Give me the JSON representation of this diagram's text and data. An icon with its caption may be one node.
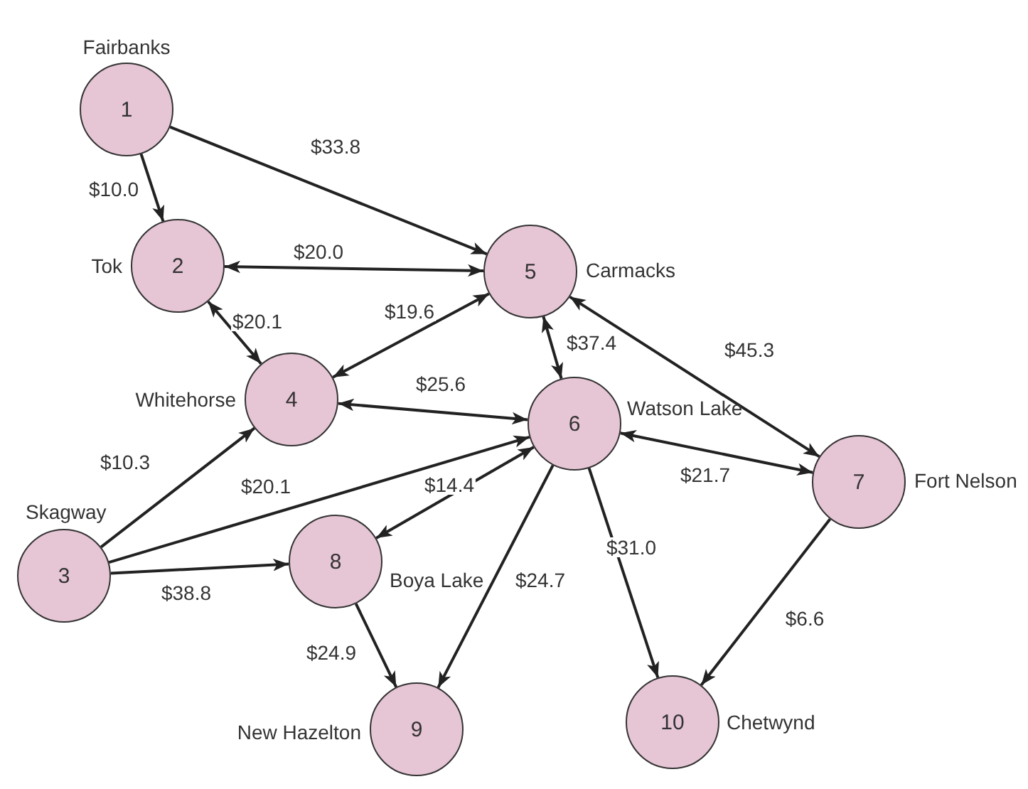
{
  "diagram": {
    "nodes": [
      {
        "text": [
          "1"
        ],
        "beside": [
          "Fairbanks"
        ]
      },
      {
        "text": [
          "2"
        ],
        "beside": [
          "Tok"
        ]
      },
      {
        "text": [
          "3"
        ],
        "beside": [
          "Skagway"
        ]
      },
      {
        "text": [
          "4"
        ],
        "beside": [
          "Whitehorse"
        ]
      },
      {
        "text": [
          "5"
        ],
        "beside": [
          "Carmacks"
        ]
      },
      {
        "text": [
          "6"
        ],
        "beside": [
          "Watson Lake"
        ]
      },
      {
        "text": [
          "7"
        ],
        "beside": [
          "Fort Nelson"
        ]
      },
      {
        "text": [
          "8"
        ],
        "beside": [
          "Boya Lake"
        ]
      },
      {
        "text": [
          "9"
        ],
        "beside": [
          "New Hazelton"
        ]
      },
      {
        "text": [
          "10"
        ],
        "beside": [
          "Chetwynd"
        ]
      }
    ],
    "edges": [
      {
        "from": 0,
        "to": 1,
        "arrow": "to",
        "label": "$10.0"
      },
      {
        "from": 0,
        "to": 4,
        "arrow": "to",
        "label": "$33.8"
      },
      {
        "from": 1,
        "to": 4,
        "arrow": "both",
        "label": "$20.0"
      },
      {
        "from": 1,
        "to": 3,
        "arrow": "both",
        "label": "$20.1"
      },
      {
        "from": 3,
        "to": 4,
        "arrow": "both",
        "label": "$19.6"
      },
      {
        "from": 4,
        "to": 5,
        "arrow": "both",
        "label": "$37.4"
      },
      {
        "from": 4,
        "to": 6,
        "arrow": "both",
        "label": "$45.3"
      },
      {
        "from": 3,
        "to": 5,
        "arrow": "both",
        "label": "$25.6"
      },
      {
        "from": 5,
        "to": 6,
        "arrow": "both",
        "label": "$21.7"
      },
      {
        "from": 2,
        "to": 3,
        "arrow": "to",
        "label": "$10.3"
      },
      {
        "from": 2,
        "to": 5,
        "arrow": "to",
        "label": "$20.1"
      },
      {
        "from": 5,
        "to": 7,
        "arrow": "both",
        "label": "$14.4"
      },
      {
        "from": 2,
        "to": 7,
        "arrow": "to",
        "label": "$38.8"
      },
      {
        "from": 5,
        "to": 8,
        "arrow": "to",
        "label": "$24.7"
      },
      {
        "from": 5,
        "to": 9,
        "arrow": "to",
        "label": "$31.0"
      },
      {
        "from": 7,
        "to": 8,
        "arrow": "to",
        "label": "$24.9"
      },
      {
        "from": 6,
        "to": 9,
        "arrow": "to",
        "label": "$6.6"
      }
    ]
  }
}
